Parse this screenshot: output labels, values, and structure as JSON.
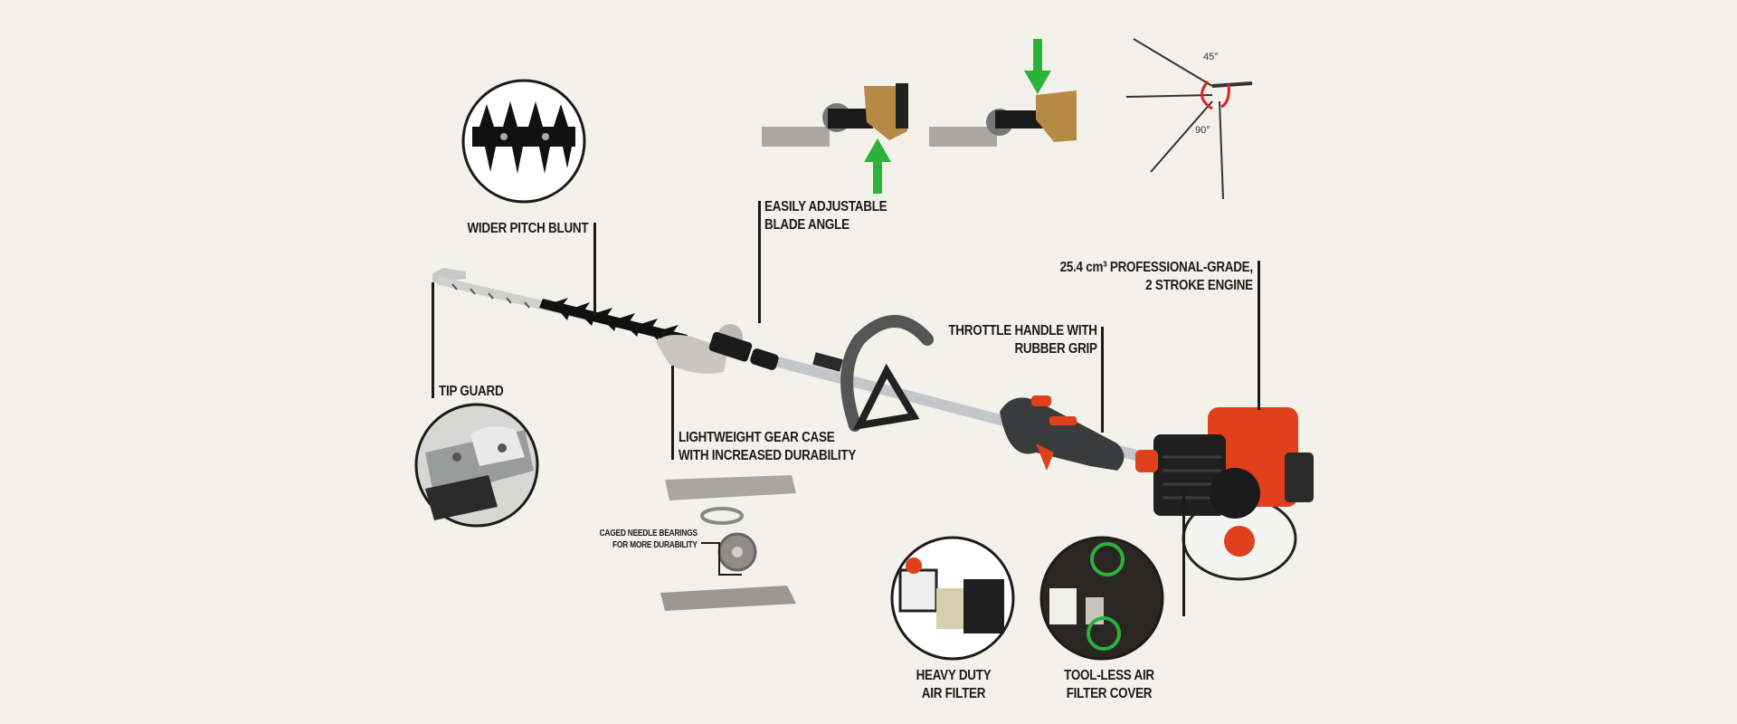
{
  "labels": {
    "wider_pitch": "WIDER  PITCH BLUNT",
    "tip_guard": "TIP GUARD",
    "blade_angle": [
      "EASILY ADJUSTABLE",
      "BLADE ANGLE"
    ],
    "gear_case": [
      "LIGHTWEIGHT GEAR CASE",
      "WITH INCREASED DURABILITY"
    ],
    "bearings": [
      "CAGED NEEDLE BEARINGS",
      "FOR MORE DURABILITY"
    ],
    "engine": [
      "25.4 cm³ PROFESSIONAL-GRADE,",
      "2 STROKE ENGINE"
    ],
    "throttle": [
      "THROTTLE HANDLE WITH",
      "RUBBER GRIP"
    ],
    "air_filter": [
      "HEAVY DUTY",
      "AIR FILTER"
    ],
    "filter_cover": [
      "TOOL-LESS AIR",
      "FILTER COVER"
    ]
  },
  "angles": {
    "a45": "45°",
    "a90": "90°"
  },
  "colors": {
    "background": "#f3f2ea",
    "engine_orange": "#e0401c",
    "arrow_green": "#2bb23a",
    "ink": "#1d1a17"
  }
}
